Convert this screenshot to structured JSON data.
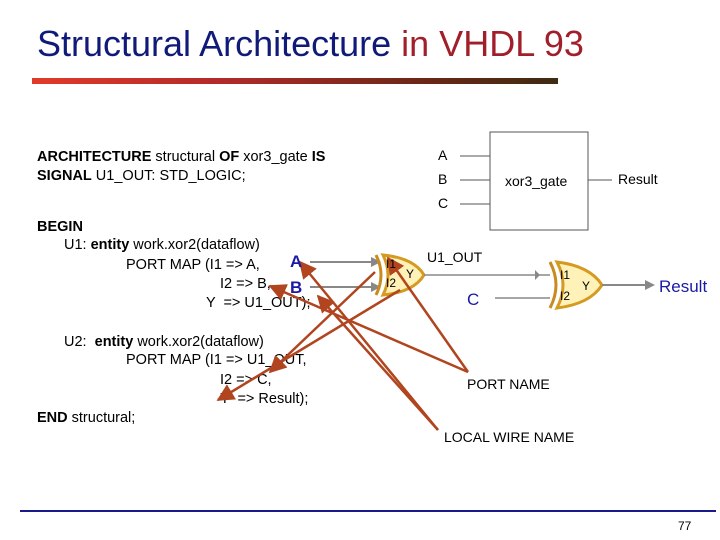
{
  "title": {
    "main": "Structural Architecture",
    "accent": " in VHDL 93"
  },
  "code": {
    "line1_kw1": "ARCHITECTURE",
    "line1_t1": " structural ",
    "line1_kw2": "OF",
    "line1_t2": " xor3_gate ",
    "line1_kw3": "IS",
    "line2_kw": "SIGNAL",
    "line2_t": " U1_OUT: STD_LOGIC;",
    "begin": "BEGIN",
    "u1_pre": "U1: ",
    "u1_kw": "entity",
    "u1_post": " work.xor2(dataflow)",
    "u1_port": "PORT MAP (I1 => A,",
    "u1_i2": "I2 => B,",
    "u1_y": "Y  => U1_OUT);",
    "u2_pre": "U2:  ",
    "u2_kw": "entity",
    "u2_post": " work.xor2(dataflow)",
    "u2_port": "PORT MAP (I1 => U1_OUT,",
    "u2_i2": "I2 => C,",
    "u2_y": "Y  => Result);",
    "end_kw": "END",
    "end_t": " structural;"
  },
  "top_block": {
    "in_a": "A",
    "in_b": "B",
    "in_c": "C",
    "name": "xor3_gate",
    "out": "Result"
  },
  "gates": {
    "sig_a": "A",
    "sig_b": "B",
    "sig_c": "C",
    "sig_u1": "U1_OUT",
    "sig_result": "Result",
    "g1_i1": "I1",
    "g1_i2": "I2",
    "g1_y": "Y",
    "g2_i1": "I1",
    "g2_i2": "I2",
    "g2_y": "Y"
  },
  "annotations": {
    "port_name": "PORT NAME",
    "local_wire": "LOCAL WIRE NAME"
  },
  "page_number": "77",
  "colors": {
    "title": "#101a78",
    "title_accent": "#a11f2a",
    "arrow": "#b0451f",
    "rule": "#1a1a8c"
  }
}
